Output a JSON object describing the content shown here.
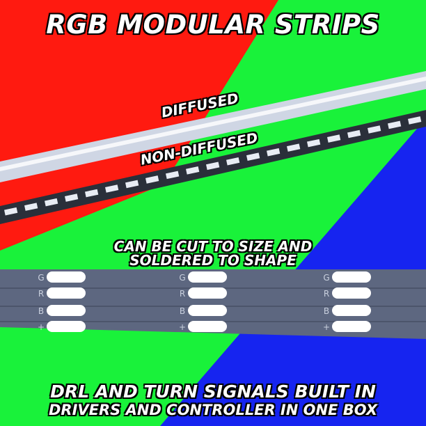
{
  "title": "RGB MODULAR STRIPS",
  "labels": {
    "diffused": "DIFFUSED",
    "non_diffused": "NON-DIFFUSED",
    "cut_line1": "CAN BE CUT TO SIZE AND",
    "cut_line2": "SOLDERED TO SHAPE"
  },
  "bottom": {
    "line1": "DRL AND TURN SIGNALS BUILT IN",
    "line2": "DRIVERS AND CONTROLLER IN ONE BOX"
  },
  "pad_labels": [
    "G",
    "R",
    "B",
    "+"
  ],
  "colors": {
    "red": "#ff1a10",
    "green": "#19f23a",
    "blue": "#1624f0",
    "strip": "#5d6780",
    "pad": "#ffffff"
  }
}
